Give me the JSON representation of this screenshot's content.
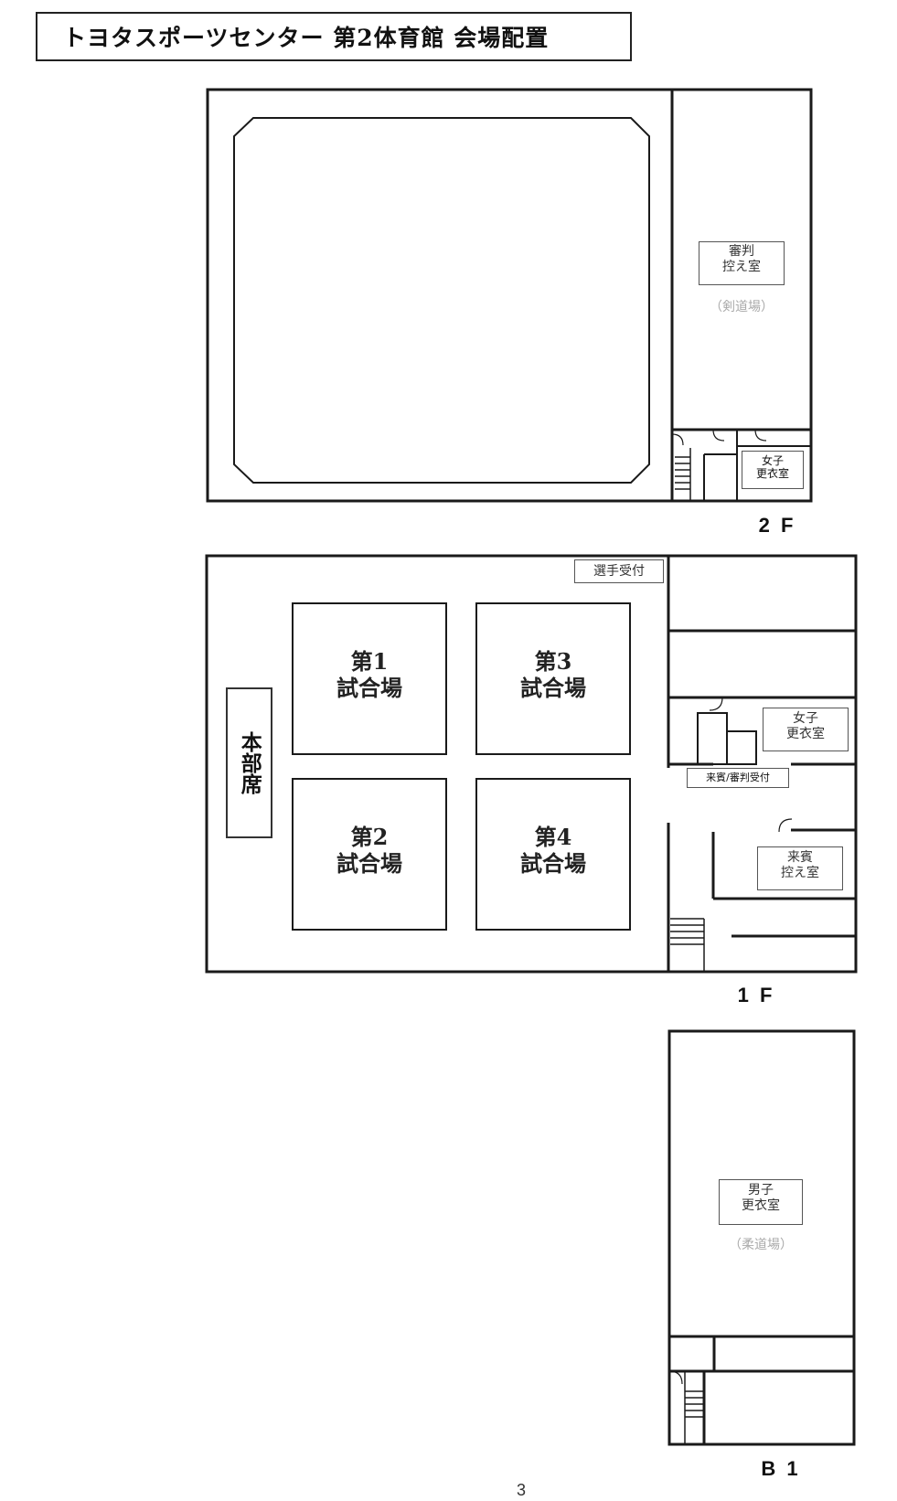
{
  "title": "トヨタスポーツセンター 第2体育館 会場配置",
  "floors": {
    "f2": {
      "label": "2 F",
      "referee_room": "審判\n控え室",
      "referee_room_note": "（剣道場）",
      "women_locker": "女子\n更衣室"
    },
    "f1": {
      "label": "1 F",
      "player_reception": "選手受付",
      "court1": "第1\n試合場",
      "court2": "第2\n試合場",
      "court3": "第3\n試合場",
      "court4": "第4\n試合場",
      "headquarters": "本部席",
      "women_locker": "女子\n更衣室",
      "guest_referee_reception": "来賓/審判受付",
      "guest_room": "来賓\n控え室"
    },
    "b1": {
      "label": "B 1",
      "men_locker": "男子\n更衣室",
      "men_locker_note": "（柔道場）"
    }
  },
  "page_number": "3"
}
